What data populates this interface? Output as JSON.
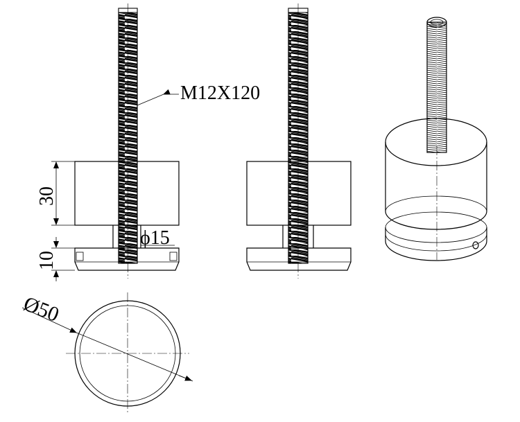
{
  "drawing": {
    "thread_label": "M12X120",
    "dim_height_body": "30",
    "dim_height_base": "10",
    "dim_neck_diameter": "ϕ15",
    "dim_outer_diameter": "Ø50"
  }
}
